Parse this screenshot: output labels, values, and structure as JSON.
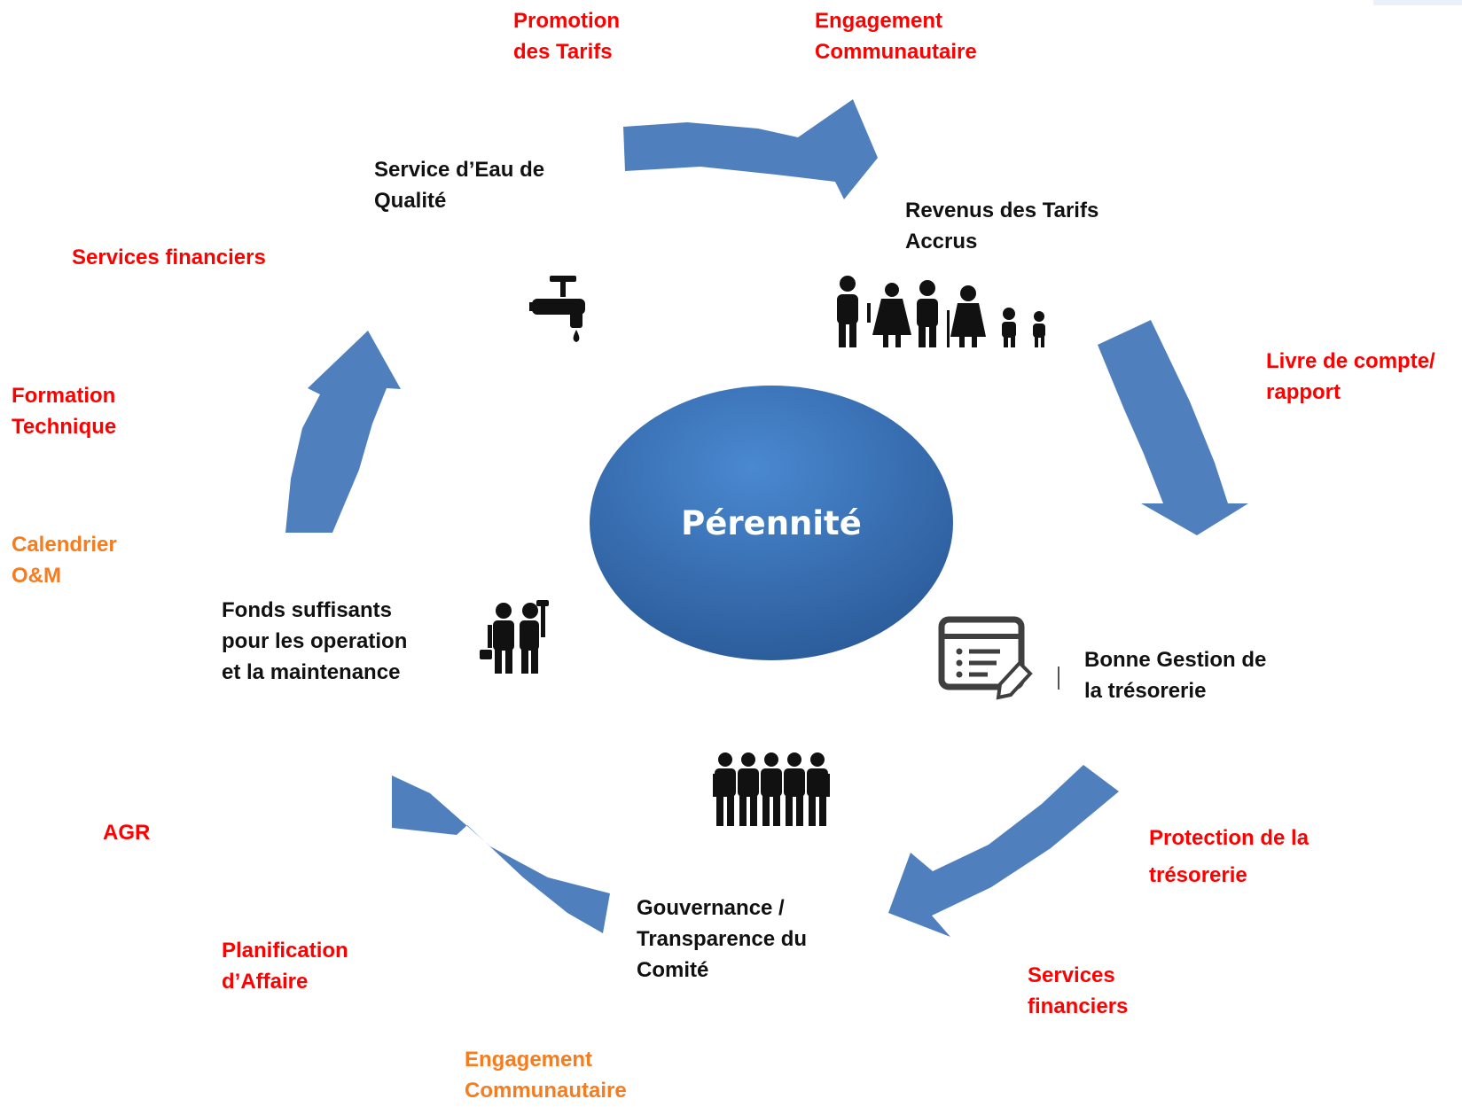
{
  "colors": {
    "arrow": "#4f80bd",
    "hub_light": "#4a88d0",
    "hub_dark": "#2a5a98",
    "red_label": "#ff0000",
    "orange_label": "#f57c1f",
    "black_label": "#111111"
  },
  "hub": {
    "label": "Pérennité"
  },
  "cycle_steps": [
    {
      "lines": [
        "Service d’Eau de",
        "Qualité"
      ],
      "icon": "faucet-icon"
    },
    {
      "lines": [
        "Revenus des Tarifs",
        "Accrus"
      ],
      "icon": "family-icon"
    },
    {
      "lines": [
        "Bonne Gestion de",
        "la trésorerie"
      ],
      "icon": "checklist-edit-icon"
    },
    {
      "lines": [
        "Gouvernance /",
        "Transparence du",
        "Comité"
      ],
      "icon": "committee-group-icon"
    },
    {
      "lines": [
        "Fonds suffisants",
        "pour les operation",
        "et la maintenance"
      ],
      "icon": "plumber-icon"
    }
  ],
  "red_labels": {
    "promotion": [
      "Promotion",
      "des Tarifs"
    ],
    "engagement_top": [
      "Engagement",
      "Communautaire"
    ],
    "services_financiers_left": [
      "Services financiers"
    ],
    "livre": [
      "Livre de compte/",
      "rapport"
    ],
    "formation": [
      "Formation",
      "Technique"
    ],
    "protection": [
      "Protection de la",
      "trésorerie"
    ],
    "agr": [
      "AGR"
    ],
    "services_financiers_bottom": [
      "Services",
      "financiers"
    ],
    "planification": [
      "Planification",
      "d’Affaire"
    ]
  },
  "orange_labels": {
    "calendrier": [
      "Calendrier",
      "O&M"
    ],
    "engagement_bottom": [
      "Engagement",
      "Communautaire"
    ]
  }
}
